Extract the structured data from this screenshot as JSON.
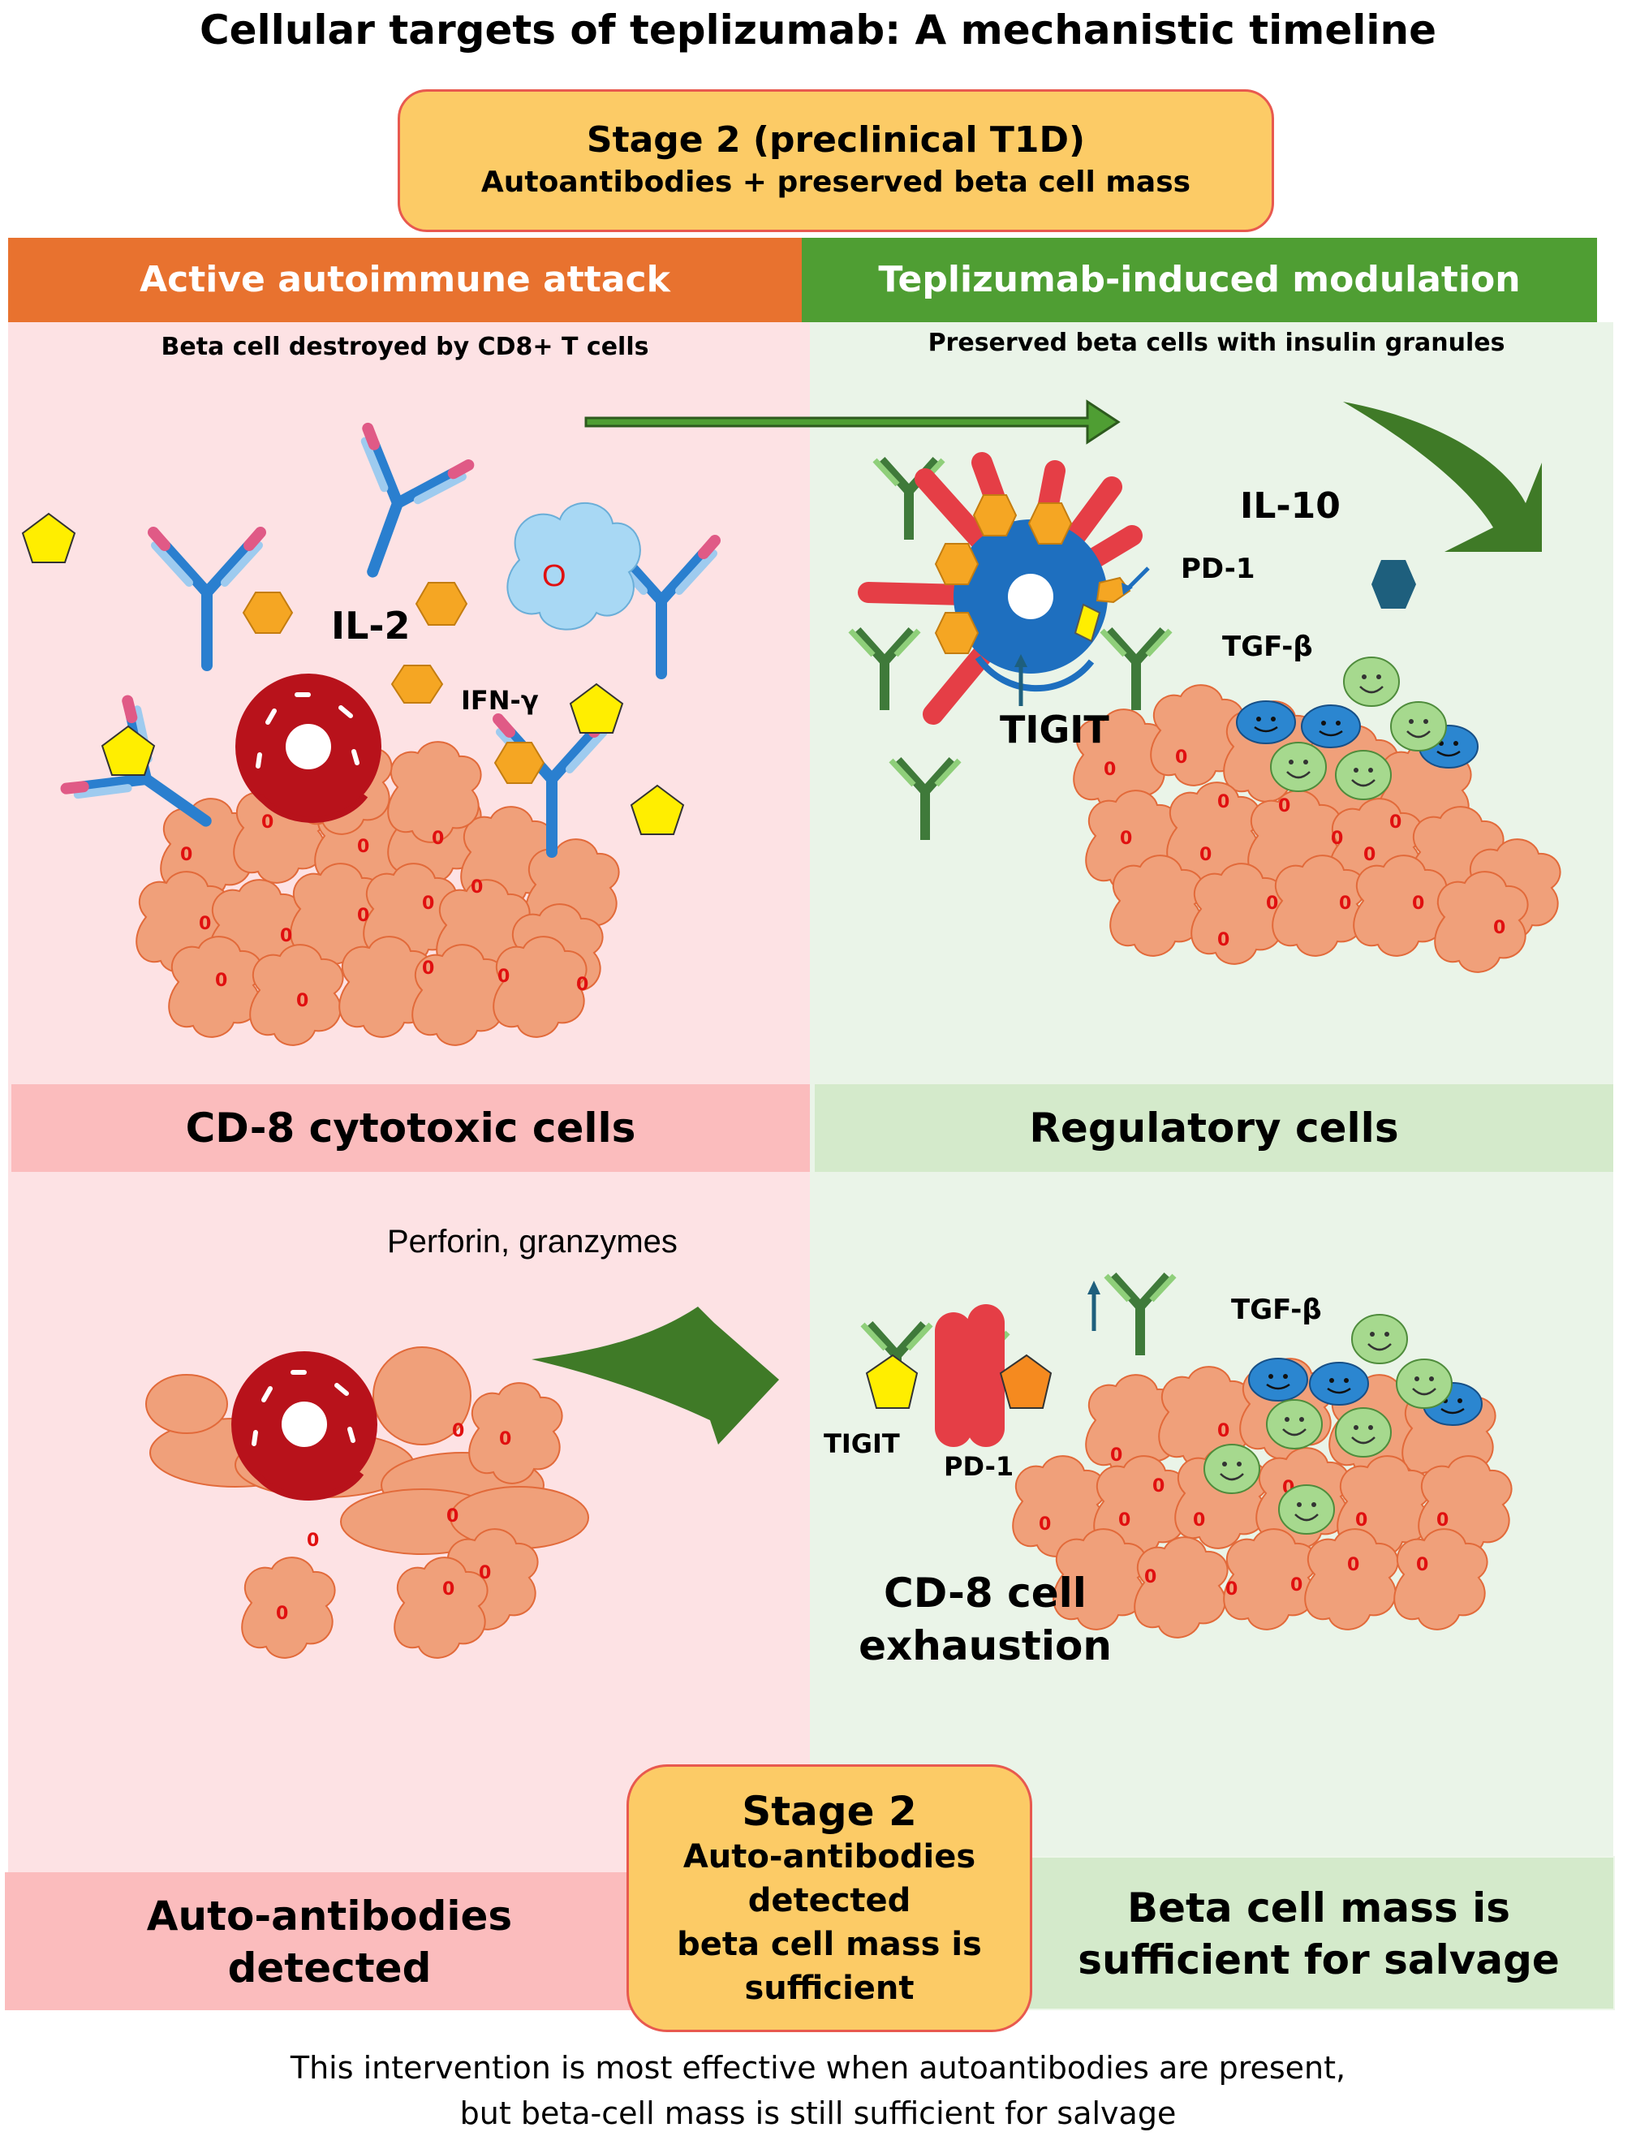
{
  "title": "Cellular targets of teplizumab: A mechanistic timeline",
  "stage_top": {
    "line1": "Stage 2 (preclinical T1D)",
    "line2": "Autoantibodies + preserved beta cell mass"
  },
  "headers": {
    "left": "Active autoimmune attack",
    "right": "Teplizumab-induced modulation"
  },
  "subtitles": {
    "left": "Beta cell destroyed by CD8+ T cells",
    "right": "Preserved beta cells with insulin granules"
  },
  "labels": {
    "il2": "IL-2",
    "ifn": "IFN-γ",
    "il10": "IL-10",
    "pd1_top": "PD-1",
    "tgf_top": "TGF-β",
    "tigit_top": "TIGIT",
    "perforin": "Perforin, granzymes",
    "tigit_bottom": "TIGIT",
    "pd1_bottom": "PD-1",
    "tgf_bottom": "TGF-β",
    "exhaustion_l1": "CD-8 cell",
    "exhaustion_l2": "exhaustion",
    "granule": "0",
    "cytokine_o": "O"
  },
  "bands": {
    "cd8": "CD-8 cytotoxic cells",
    "regulatory": "Regulatory cells",
    "auto_l1": "Auto-antibodies",
    "auto_l2": "detected",
    "beta_l1": "Beta cell mass is",
    "beta_l2": "sufficient for salvage"
  },
  "stage_bottom": {
    "title": "Stage 2",
    "line1": "Auto-antibodies",
    "line2": "detected",
    "line3": "beta cell mass is",
    "line4": "sufficient"
  },
  "footer": {
    "line1": "This intervention is most effective when autoantibodies are present,",
    "line2": "but beta-cell mass is still sufficient for salvage"
  },
  "colors": {
    "left_header": "#e8722f",
    "right_header": "#4f9e33",
    "left_panel": "#fde2e4",
    "right_panel": "#eaf4e8",
    "beta_cell": "#f0a07a",
    "tcell": "#b8121b",
    "antibody_blue": "#2a7fcf",
    "treg_green": "#a6d98e",
    "treg_blue": "#2b86d0",
    "stage_box": "#fccb66"
  }
}
